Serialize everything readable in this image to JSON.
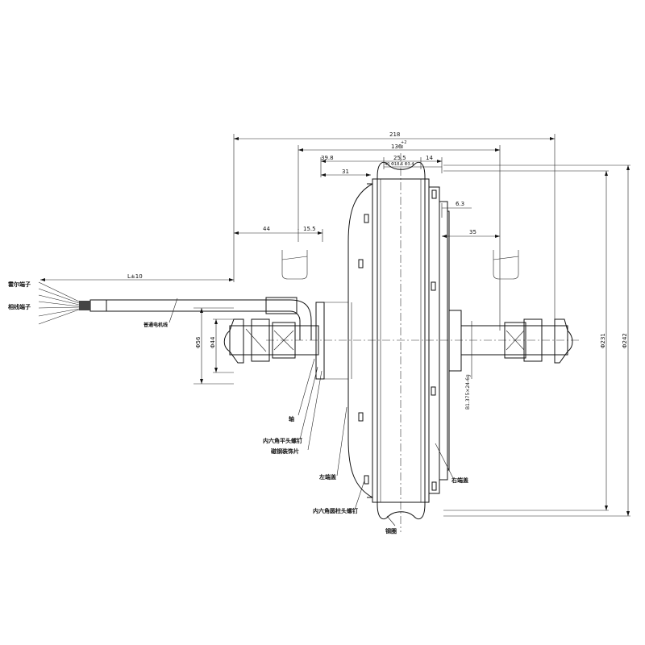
{
  "dimensions": {
    "overall_width": "218",
    "hub_width": "136",
    "hub_width_tol_upper": "+2",
    "hub_width_tol_lower": "0",
    "left_offset": "39.8",
    "center": "25.5",
    "right_offset": "14",
    "spoke_hole": "40 Φ18.6 Φ3.4",
    "left_flange": "31",
    "left_axle": "44",
    "left_step": "15.5",
    "right_step": "6.3",
    "right_axle": "35",
    "cable_length": "L±10",
    "dia_56": "Φ56",
    "dia_44": "Φ44",
    "dia_231": "Φ231",
    "dia_242": "Φ242",
    "spline": "B1.375×24-6g"
  },
  "labels": {
    "hall_terminal": "霍尔端子",
    "phase_terminal": "相线端子",
    "cable": "普通电机线",
    "axle": "轴",
    "hex_flat_screw": "内六角平头螺钉",
    "decor_plate": "磁钢装饰片",
    "left_cover": "左端盖",
    "hex_socket_screw": "内六角圆柱头螺钉",
    "rim": "钢圈",
    "right_cover": "右端盖"
  }
}
